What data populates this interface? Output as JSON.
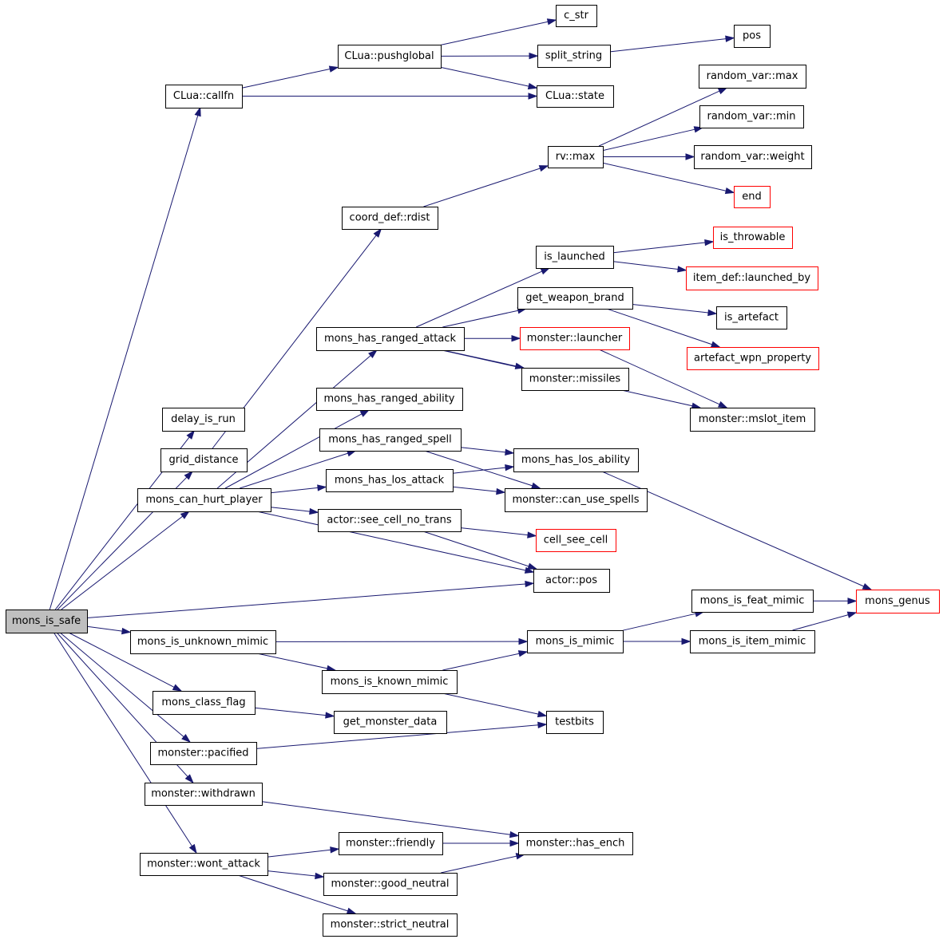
{
  "graph": {
    "nodes": [
      {
        "id": "mons_is_safe",
        "label": "mons_is_safe",
        "root": true
      },
      {
        "id": "callfn",
        "label": "CLua::callfn"
      },
      {
        "id": "pushglobal",
        "label": "CLua::pushglobal"
      },
      {
        "id": "c_str",
        "label": "c_str"
      },
      {
        "id": "split_string",
        "label": "split_string"
      },
      {
        "id": "pos1",
        "label": "pos"
      },
      {
        "id": "clua_state",
        "label": "CLua::state"
      },
      {
        "id": "rv_max_fn",
        "label": "rv::max"
      },
      {
        "id": "random_var_max",
        "label": "random_var::max"
      },
      {
        "id": "random_var_min",
        "label": "random_var::min"
      },
      {
        "id": "random_var_weight",
        "label": "random_var::weight"
      },
      {
        "id": "end",
        "label": "end",
        "truncated": true
      },
      {
        "id": "rdist",
        "label": "coord_def::rdist"
      },
      {
        "id": "is_launched",
        "label": "is_launched"
      },
      {
        "id": "is_throwable",
        "label": "is_throwable",
        "truncated": true
      },
      {
        "id": "launched_by",
        "label": "item_def::launched_by",
        "truncated": true
      },
      {
        "id": "get_weapon_brand",
        "label": "get_weapon_brand"
      },
      {
        "id": "is_artefact",
        "label": "is_artefact"
      },
      {
        "id": "artefact_wpn_property",
        "label": "artefact_wpn_property",
        "truncated": true
      },
      {
        "id": "mons_has_ranged_attack",
        "label": "mons_has_ranged_attack"
      },
      {
        "id": "monster_launcher",
        "label": "monster::launcher",
        "truncated": true
      },
      {
        "id": "monster_missiles",
        "label": "monster::missiles"
      },
      {
        "id": "mons_has_ranged_ability",
        "label": "mons_has_ranged_ability"
      },
      {
        "id": "delay_is_run",
        "label": "delay_is_run"
      },
      {
        "id": "monster_mslot_item",
        "label": "monster::mslot_item"
      },
      {
        "id": "grid_distance",
        "label": "grid_distance"
      },
      {
        "id": "mons_has_ranged_spell",
        "label": "mons_has_ranged_spell"
      },
      {
        "id": "mons_has_los_ability",
        "label": "mons_has_los_ability"
      },
      {
        "id": "mons_can_hurt_player",
        "label": "mons_can_hurt_player"
      },
      {
        "id": "mons_has_los_attack",
        "label": "mons_has_los_attack"
      },
      {
        "id": "can_use_spells",
        "label": "monster::can_use_spells"
      },
      {
        "id": "see_cell_no_trans",
        "label": "actor::see_cell_no_trans"
      },
      {
        "id": "cell_see_cell",
        "label": "cell_see_cell",
        "truncated": true
      },
      {
        "id": "actor_pos",
        "label": "actor::pos"
      },
      {
        "id": "mons_is_feat_mimic",
        "label": "mons_is_feat_mimic"
      },
      {
        "id": "mons_genus",
        "label": "mons_genus",
        "truncated": true
      },
      {
        "id": "mons_is_unknown_mimic",
        "label": "mons_is_unknown_mimic"
      },
      {
        "id": "mons_is_mimic",
        "label": "mons_is_mimic"
      },
      {
        "id": "mons_is_item_mimic",
        "label": "mons_is_item_mimic"
      },
      {
        "id": "mons_is_known_mimic",
        "label": "mons_is_known_mimic"
      },
      {
        "id": "mons_class_flag",
        "label": "mons_class_flag"
      },
      {
        "id": "get_monster_data",
        "label": "get_monster_data"
      },
      {
        "id": "testbits",
        "label": "testbits"
      },
      {
        "id": "pacified",
        "label": "monster::pacified"
      },
      {
        "id": "withdrawn",
        "label": "monster::withdrawn"
      },
      {
        "id": "friendly",
        "label": "monster::friendly"
      },
      {
        "id": "has_ench",
        "label": "monster::has_ench"
      },
      {
        "id": "wont_attack",
        "label": "monster::wont_attack"
      },
      {
        "id": "good_neutral",
        "label": "monster::good_neutral"
      },
      {
        "id": "strict_neutral",
        "label": "monster::strict_neutral"
      }
    ],
    "edges": [
      {
        "from": "mons_is_safe",
        "to": "callfn"
      },
      {
        "from": "mons_is_safe",
        "to": "delay_is_run"
      },
      {
        "from": "mons_is_safe",
        "to": "grid_distance"
      },
      {
        "from": "mons_is_safe",
        "to": "mons_can_hurt_player"
      },
      {
        "from": "mons_is_safe",
        "to": "actor_pos"
      },
      {
        "from": "mons_is_safe",
        "to": "mons_is_unknown_mimic"
      },
      {
        "from": "mons_is_safe",
        "to": "mons_class_flag"
      },
      {
        "from": "mons_is_safe",
        "to": "pacified"
      },
      {
        "from": "mons_is_safe",
        "to": "withdrawn"
      },
      {
        "from": "mons_is_safe",
        "to": "wont_attack"
      },
      {
        "from": "callfn",
        "to": "pushglobal"
      },
      {
        "from": "callfn",
        "to": "clua_state"
      },
      {
        "from": "pushglobal",
        "to": "c_str"
      },
      {
        "from": "pushglobal",
        "to": "split_string"
      },
      {
        "from": "pushglobal",
        "to": "clua_state"
      },
      {
        "from": "split_string",
        "to": "pos1"
      },
      {
        "from": "grid_distance",
        "to": "rdist"
      },
      {
        "from": "rdist",
        "to": "rv_max_fn"
      },
      {
        "from": "rv_max_fn",
        "to": "random_var_max"
      },
      {
        "from": "rv_max_fn",
        "to": "random_var_min"
      },
      {
        "from": "rv_max_fn",
        "to": "random_var_weight"
      },
      {
        "from": "rv_max_fn",
        "to": "end"
      },
      {
        "from": "mons_can_hurt_player",
        "to": "mons_has_ranged_attack"
      },
      {
        "from": "mons_can_hurt_player",
        "to": "mons_has_ranged_ability"
      },
      {
        "from": "mons_can_hurt_player",
        "to": "mons_has_ranged_spell"
      },
      {
        "from": "mons_can_hurt_player",
        "to": "mons_has_los_attack"
      },
      {
        "from": "mons_can_hurt_player",
        "to": "see_cell_no_trans"
      },
      {
        "from": "mons_can_hurt_player",
        "to": "actor_pos"
      },
      {
        "from": "mons_has_ranged_attack",
        "to": "is_launched"
      },
      {
        "from": "mons_has_ranged_attack",
        "to": "get_weapon_brand"
      },
      {
        "from": "mons_has_ranged_attack",
        "to": "monster_launcher"
      },
      {
        "from": "mons_has_ranged_attack",
        "to": "monster_missiles"
      },
      {
        "from": "mons_has_ranged_attack",
        "to": "monster_mslot_item"
      },
      {
        "from": "is_launched",
        "to": "is_throwable"
      },
      {
        "from": "is_launched",
        "to": "launched_by"
      },
      {
        "from": "get_weapon_brand",
        "to": "is_artefact"
      },
      {
        "from": "get_weapon_brand",
        "to": "artefact_wpn_property"
      },
      {
        "from": "monster_launcher",
        "to": "monster_mslot_item"
      },
      {
        "from": "mons_has_ranged_spell",
        "to": "mons_has_los_ability"
      },
      {
        "from": "mons_has_ranged_spell",
        "to": "can_use_spells"
      },
      {
        "from": "mons_has_los_attack",
        "to": "mons_has_los_ability"
      },
      {
        "from": "mons_has_los_attack",
        "to": "can_use_spells"
      },
      {
        "from": "mons_has_los_ability",
        "to": "mons_genus"
      },
      {
        "from": "see_cell_no_trans",
        "to": "cell_see_cell"
      },
      {
        "from": "see_cell_no_trans",
        "to": "actor_pos"
      },
      {
        "from": "mons_is_unknown_mimic",
        "to": "mons_is_mimic"
      },
      {
        "from": "mons_is_unknown_mimic",
        "to": "mons_is_known_mimic"
      },
      {
        "from": "mons_is_known_mimic",
        "to": "mons_is_mimic"
      },
      {
        "from": "mons_is_known_mimic",
        "to": "testbits"
      },
      {
        "from": "mons_is_mimic",
        "to": "mons_is_feat_mimic"
      },
      {
        "from": "mons_is_mimic",
        "to": "mons_is_item_mimic"
      },
      {
        "from": "mons_is_feat_mimic",
        "to": "mons_genus"
      },
      {
        "from": "mons_is_item_mimic",
        "to": "mons_genus"
      },
      {
        "from": "mons_class_flag",
        "to": "get_monster_data"
      },
      {
        "from": "pacified",
        "to": "testbits"
      },
      {
        "from": "withdrawn",
        "to": "has_ench"
      },
      {
        "from": "wont_attack",
        "to": "friendly"
      },
      {
        "from": "wont_attack",
        "to": "good_neutral"
      },
      {
        "from": "wont_attack",
        "to": "strict_neutral"
      },
      {
        "from": "friendly",
        "to": "has_ench"
      },
      {
        "from": "good_neutral",
        "to": "has_ench"
      }
    ]
  }
}
